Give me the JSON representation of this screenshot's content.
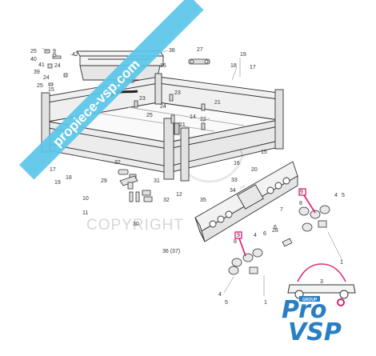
{
  "watermark": {
    "banner_text": "propiece-vsp.com",
    "banner_color": "#5bc6e8",
    "copyright_text": "COPYRIGHT"
  },
  "logo": {
    "word_pro": "Pro",
    "word_vsp": "VSP",
    "group_label": "GROUP",
    "car_number": "3",
    "brand_blue": "#2a7fc4",
    "brand_pink": "#d2246e"
  },
  "highlight_color": "#e0287a",
  "callouts": [
    {
      "id": "c25a",
      "text": "25"
    },
    {
      "id": "c40",
      "text": "40"
    },
    {
      "id": "c41",
      "text": "41"
    },
    {
      "id": "c39",
      "text": "39"
    },
    {
      "id": "c25b",
      "text": "25"
    },
    {
      "id": "c9a",
      "text": "9"
    },
    {
      "id": "c42",
      "text": "42"
    },
    {
      "id": "c24a",
      "text": "24"
    },
    {
      "id": "c24b",
      "text": "24"
    },
    {
      "id": "c15a",
      "text": "15"
    },
    {
      "id": "c38",
      "text": "38"
    },
    {
      "id": "c27",
      "text": "27"
    },
    {
      "id": "c19a",
      "text": "19"
    },
    {
      "id": "c16a",
      "text": "16"
    },
    {
      "id": "c18a",
      "text": "18"
    },
    {
      "id": "c17a",
      "text": "17"
    },
    {
      "id": "c26",
      "text": "26"
    },
    {
      "id": "c13",
      "text": "13"
    },
    {
      "id": "c23a",
      "text": "23"
    },
    {
      "id": "c23b",
      "text": "23"
    },
    {
      "id": "c24c",
      "text": "24"
    },
    {
      "id": "c25c",
      "text": "25"
    },
    {
      "id": "c21a",
      "text": "21"
    },
    {
      "id": "c14",
      "text": "14"
    },
    {
      "id": "c22",
      "text": "22"
    },
    {
      "id": "c21b",
      "text": "21"
    },
    {
      "id": "c17b",
      "text": "17"
    },
    {
      "id": "c18b",
      "text": "18"
    },
    {
      "id": "c19b",
      "text": "19"
    },
    {
      "id": "c32a",
      "text": "32"
    },
    {
      "id": "c29",
      "text": "29"
    },
    {
      "id": "c10",
      "text": "10"
    },
    {
      "id": "c11",
      "text": "11"
    },
    {
      "id": "c31",
      "text": "31"
    },
    {
      "id": "c12",
      "text": "12"
    },
    {
      "id": "c32b",
      "text": "32"
    },
    {
      "id": "c30",
      "text": "30"
    },
    {
      "id": "c15b",
      "text": "15"
    },
    {
      "id": "c16b",
      "text": "16"
    },
    {
      "id": "c20",
      "text": "20"
    },
    {
      "id": "c33",
      "text": "33"
    },
    {
      "id": "c34",
      "text": "34"
    },
    {
      "id": "c35",
      "text": "35"
    },
    {
      "id": "c36",
      "text": "36 (37)"
    },
    {
      "id": "c9b",
      "text": "9"
    },
    {
      "id": "c8a",
      "text": "8"
    },
    {
      "id": "c4a",
      "text": "4"
    },
    {
      "id": "c5a",
      "text": "5"
    },
    {
      "id": "c7",
      "text": "7"
    },
    {
      "id": "c6a",
      "text": "6"
    },
    {
      "id": "c9c",
      "text": "9"
    },
    {
      "id": "c8b",
      "text": "8"
    },
    {
      "id": "c4b",
      "text": "4"
    },
    {
      "id": "c6b",
      "text": "6"
    },
    {
      "id": "c28",
      "text": "28"
    },
    {
      "id": "c1a",
      "text": "1"
    },
    {
      "id": "c4c",
      "text": "4"
    },
    {
      "id": "c5b",
      "text": "5"
    },
    {
      "id": "c1b",
      "text": "1"
    }
  ]
}
